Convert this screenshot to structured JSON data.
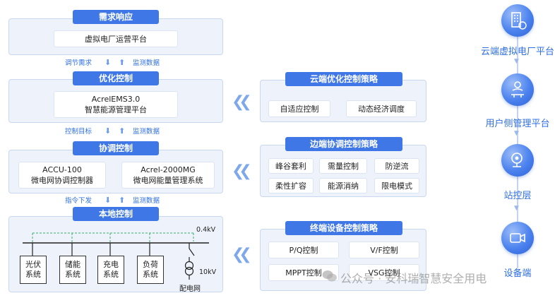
{
  "layers": {
    "demand": {
      "title": "需求响应",
      "platform": "虚拟电厂运营平台"
    },
    "flow1": {
      "down": "调节需求",
      "up": "监测数据"
    },
    "optimize": {
      "title": "优化控制",
      "line1": "AcrelEMS3.0",
      "line2": "智慧能源管理平台"
    },
    "flow2": {
      "down": "控制目标",
      "up": "监测数据"
    },
    "coord": {
      "title": "协调控制",
      "left_line1": "ACCU-100",
      "left_line2": "微电网协调控制器",
      "right_line1": "Acrel-2000MG",
      "right_line2": "微电网能量管理系统"
    },
    "flow3": {
      "down": "指令下发",
      "up": "监测数据"
    },
    "local": {
      "title": "本地控制",
      "systems": [
        [
          "光伏",
          "系统"
        ],
        [
          "储能",
          "系统"
        ],
        [
          "充电",
          "系统"
        ],
        [
          "负荷",
          "系统"
        ]
      ],
      "v_low": "0.4kV",
      "v_high": "10kV",
      "grid": "配电网"
    }
  },
  "strategies": {
    "cloud": {
      "title": "云端优化控制策略",
      "items": [
        "自适应控制",
        "动态经济调度"
      ]
    },
    "edge": {
      "title": "边端协调控制策略",
      "items": [
        "峰谷套利",
        "需量控制",
        "防逆流",
        "柔性扩容",
        "能源消纳",
        "限电模式"
      ]
    },
    "terminal": {
      "title": "终端设备控制策略",
      "items": [
        "P/Q控制",
        "V/F控制",
        "MPPT控制",
        "VSG控制"
      ]
    }
  },
  "tiers": [
    {
      "label": "云端虚拟电厂平台",
      "icon": "building-icon"
    },
    {
      "label": "用户侧管理平台",
      "icon": "hand-user-icon"
    },
    {
      "label": "站控层",
      "icon": "monitor-camera-icon"
    },
    {
      "label": "设备端",
      "icon": "device-camera-icon"
    }
  ],
  "watermark": "公众号 · 安科瑞智慧安全用电",
  "colors": {
    "accent": "#3f78e6",
    "panel": "#eef3fb",
    "label": "#2f6fe0"
  }
}
